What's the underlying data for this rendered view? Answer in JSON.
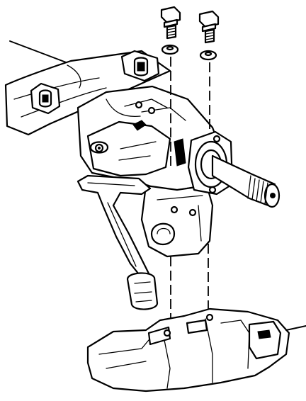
{
  "diagram": {
    "colors": {
      "ink": "#000000",
      "paper": "#ffffff"
    },
    "parts": [
      "bolt-left",
      "bolt-right",
      "washer-left",
      "washer-right",
      "steering-column-tube",
      "column-housing",
      "steering-shaft",
      "bracket-arm",
      "connector-plug",
      "lower-mount-housing"
    ]
  }
}
